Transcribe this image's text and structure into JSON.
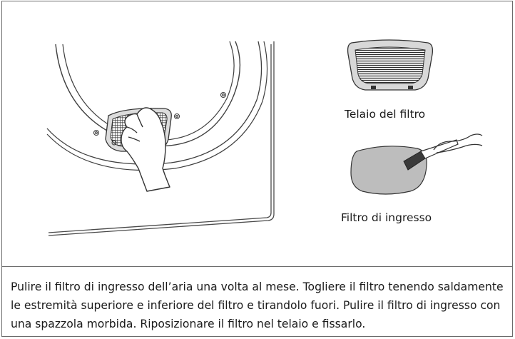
{
  "labels": {
    "filter_frame": "Telaio del filtro",
    "inlet_filter": "Filtro di ingresso"
  },
  "instructions": "Pulire il filtro di ingresso dell’aria una volta al mese. Togliere il filtro tenendo saldamente le estremità superiore e inferiore del filtro e tirandolo fuori. Pulire il filtro di ingresso con una spazzola morbida. Riposizionare il filtro nel telaio e fissarlo.",
  "colors": {
    "line": "#4a4a4a",
    "border": "#6b6b6b",
    "filter_mesh": "#3a3a3a",
    "filter_fill": "#e6e6e6"
  }
}
